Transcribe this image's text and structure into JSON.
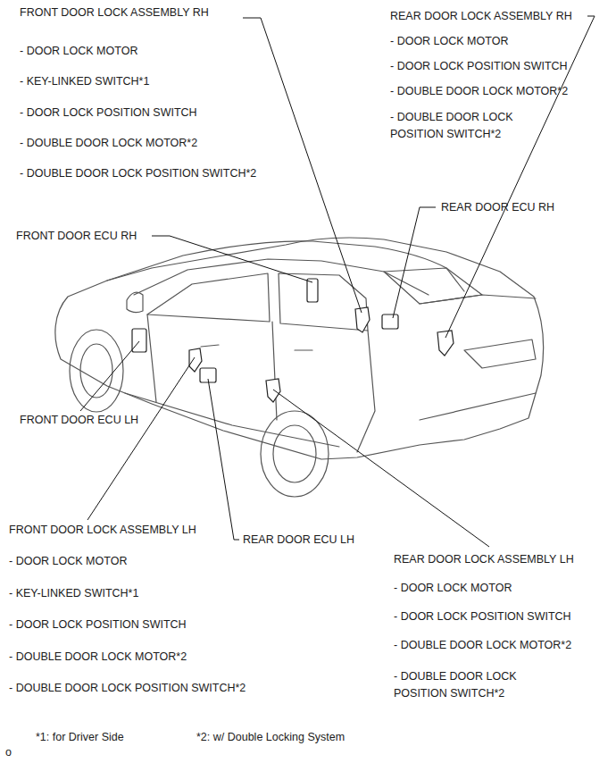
{
  "diagram": {
    "labels": [
      "FRONT DOOR LOCK ASSEMBLY RH",
      "- DOOR LOCK MOTOR",
      "- KEY-LINKED SWITCH*1",
      "- DOOR LOCK POSITION SWITCH",
      "- DOUBLE DOOR LOCK MOTOR*2",
      "- DOUBLE DOOR LOCK POSITION SWITCH*2",
      "REAR DOOR LOCK ASSEMBLY RH",
      "- DOOR LOCK MOTOR",
      "- DOOR LOCK POSITION SWITCH",
      "- DOUBLE DOOR LOCK MOTOR*2",
      "- DOUBLE DOOR LOCK POSITION SWITCH*2",
      "REAR DOOR ECU RH",
      "FRONT DOOR ECU RH",
      "FRONT DOOR ECU LH",
      "FRONT DOOR LOCK ASSEMBLY LH",
      "- DOOR LOCK MOTOR",
      "- KEY-LINKED SWITCH*1",
      "- DOOR LOCK POSITION SWITCH",
      "- DOUBLE DOOR LOCK MOTOR*2",
      "- DOUBLE DOOR LOCK POSITION SWITCH*2",
      "REAR DOOR ECU LH",
      "REAR DOOR LOCK ASSEMBLY LH",
      "- DOOR LOCK MOTOR",
      "- DOOR LOCK POSITION SWITCH",
      "- DOUBLE DOOR LOCK MOTOR*2",
      "- DOUBLE DOOR LOCK POSITION SWITCH*2",
      "*1: for Driver Side",
      "*2: w/ Double Locking System",
      "o"
    ]
  }
}
